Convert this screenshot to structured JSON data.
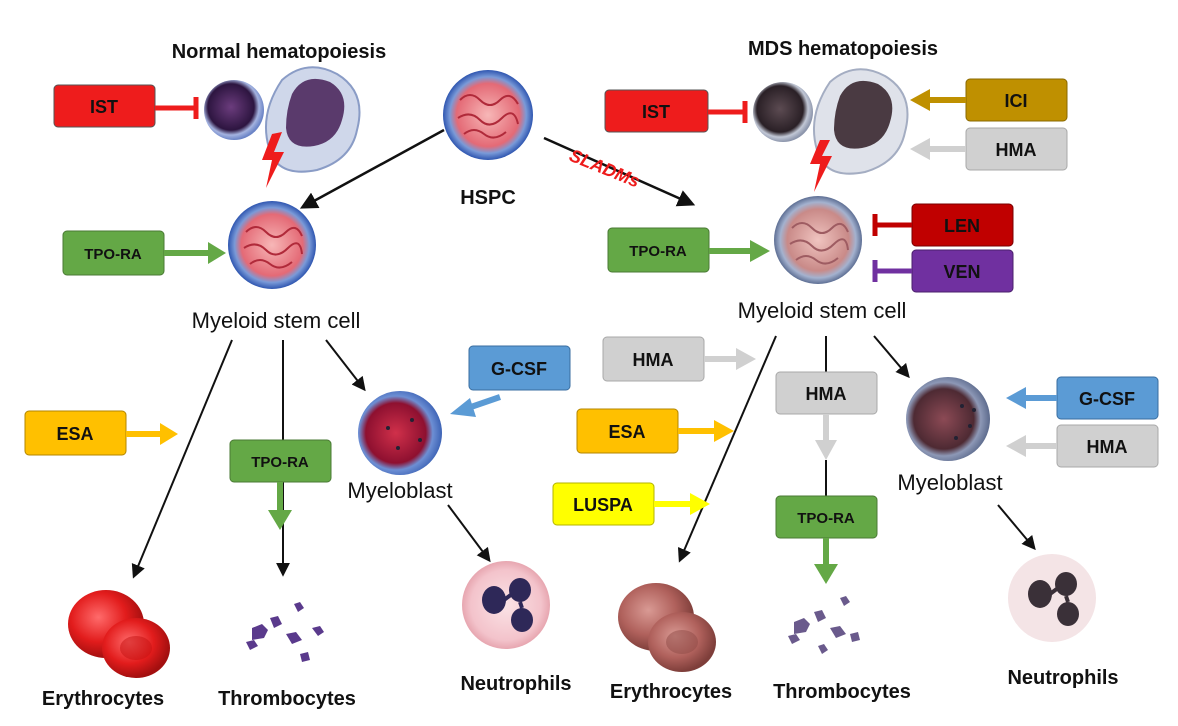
{
  "titles": {
    "normal": "Normal hematopoiesis",
    "mds": "MDS hematopoiesis"
  },
  "center": {
    "hspc": "HSPC",
    "sladms": "SLADMs"
  },
  "normal": {
    "myeloid_stem_cell": "Myeloid stem cell",
    "myeloblast": "Myeloblast",
    "erythrocytes": "Erythrocytes",
    "thrombocytes": "Thrombocytes",
    "neutrophils": "Neutrophils",
    "boxes": {
      "ist": "IST",
      "tpo_ra_stem": "TPO-RA",
      "esa": "ESA",
      "tpo_ra_thrombo": "TPO-RA",
      "g_csf": "G-CSF"
    }
  },
  "mds": {
    "myeloid_stem_cell": "Myeloid stem cell",
    "myeloblast": "Myeloblast",
    "erythrocytes": "Erythrocytes",
    "thrombocytes": "Thrombocytes",
    "neutrophils": "Neutrophils",
    "boxes": {
      "ist": "IST",
      "ici": "ICI",
      "hma_top": "HMA",
      "len": "LEN",
      "ven": "VEN",
      "tpo_ra_stem": "TPO-RA",
      "hma_left": "HMA",
      "esa": "ESA",
      "luspa": "LUSPA",
      "hma_mid": "HMA",
      "tpo_ra_thrombo": "TPO-RA",
      "g_csf": "G-CSF",
      "hma_right": "HMA"
    }
  },
  "colors": {
    "ist": "#ee1c1c",
    "tpo_ra": "#64a846",
    "esa": "#ffc000",
    "g_csf": "#5b9bd5",
    "ici": "#bf9000",
    "hma": "#d0d0d0",
    "len": "#c00000",
    "ven": "#7030a0",
    "luspa": "#ffff00",
    "sladms": "#ee1c1c"
  }
}
